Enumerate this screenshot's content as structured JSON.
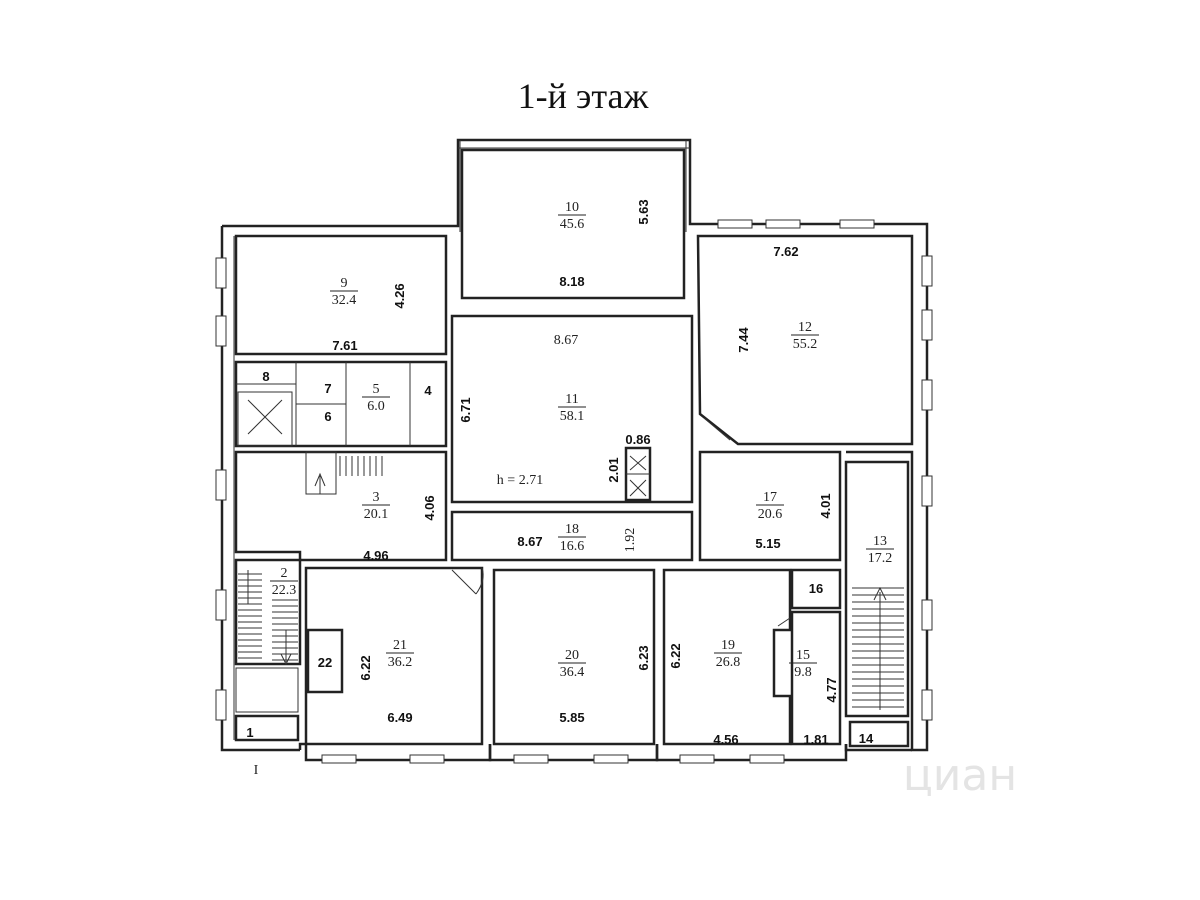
{
  "title": "1-й этаж",
  "height_note": "h = 2.71",
  "section_mark": "I",
  "watermark": "циан",
  "rooms": [
    {
      "id": "r1",
      "number": "1",
      "area": ""
    },
    {
      "id": "r2",
      "number": "2",
      "area": "22.3"
    },
    {
      "id": "r3",
      "number": "3",
      "area": "20.1"
    },
    {
      "id": "r4",
      "number": "4",
      "area": ""
    },
    {
      "id": "r5",
      "number": "5",
      "area": "6.0"
    },
    {
      "id": "r6",
      "number": "6",
      "area": ""
    },
    {
      "id": "r7",
      "number": "7",
      "area": ""
    },
    {
      "id": "r8",
      "number": "8",
      "area": ""
    },
    {
      "id": "r9",
      "number": "9",
      "area": "32.4"
    },
    {
      "id": "r10",
      "number": "10",
      "area": "45.6"
    },
    {
      "id": "r11",
      "number": "11",
      "area": "58.1"
    },
    {
      "id": "r12",
      "number": "12",
      "area": "55.2"
    },
    {
      "id": "r13",
      "number": "13",
      "area": "17.2"
    },
    {
      "id": "r14",
      "number": "14",
      "area": ""
    },
    {
      "id": "r15",
      "number": "15",
      "area": "9.8"
    },
    {
      "id": "r16",
      "number": "16",
      "area": ""
    },
    {
      "id": "r17",
      "number": "17",
      "area": "20.6"
    },
    {
      "id": "r18",
      "number": "18",
      "area": "16.6"
    },
    {
      "id": "r19",
      "number": "19",
      "area": "26.8"
    },
    {
      "id": "r20",
      "number": "20",
      "area": "36.4"
    },
    {
      "id": "r21",
      "number": "21",
      "area": "36.2"
    },
    {
      "id": "r22",
      "number": "22",
      "area": ""
    }
  ],
  "dimensions": {
    "r9_width": "7.61",
    "r9_height": "4.26",
    "r10_width": "8.18",
    "r10_height": "5.63",
    "r11_width": "8.67",
    "r11_height": "6.71",
    "r12_width": "7.62",
    "r12_height": "7.44",
    "r3_width": "4.96",
    "r3_height": "4.06",
    "r18_width": "8.67",
    "r18_height": "1.92",
    "r17_width": "5.15",
    "r17_height": "4.01",
    "shaft_width": "0.86",
    "shaft_height": "2.01",
    "r21_width": "6.49",
    "r21_height": "6.22",
    "r20_width": "5.85",
    "r20_height": "6.23",
    "r19_width": "4.56",
    "r19_height": "6.22",
    "r15_width": "1.81",
    "r15_height": "4.77"
  }
}
